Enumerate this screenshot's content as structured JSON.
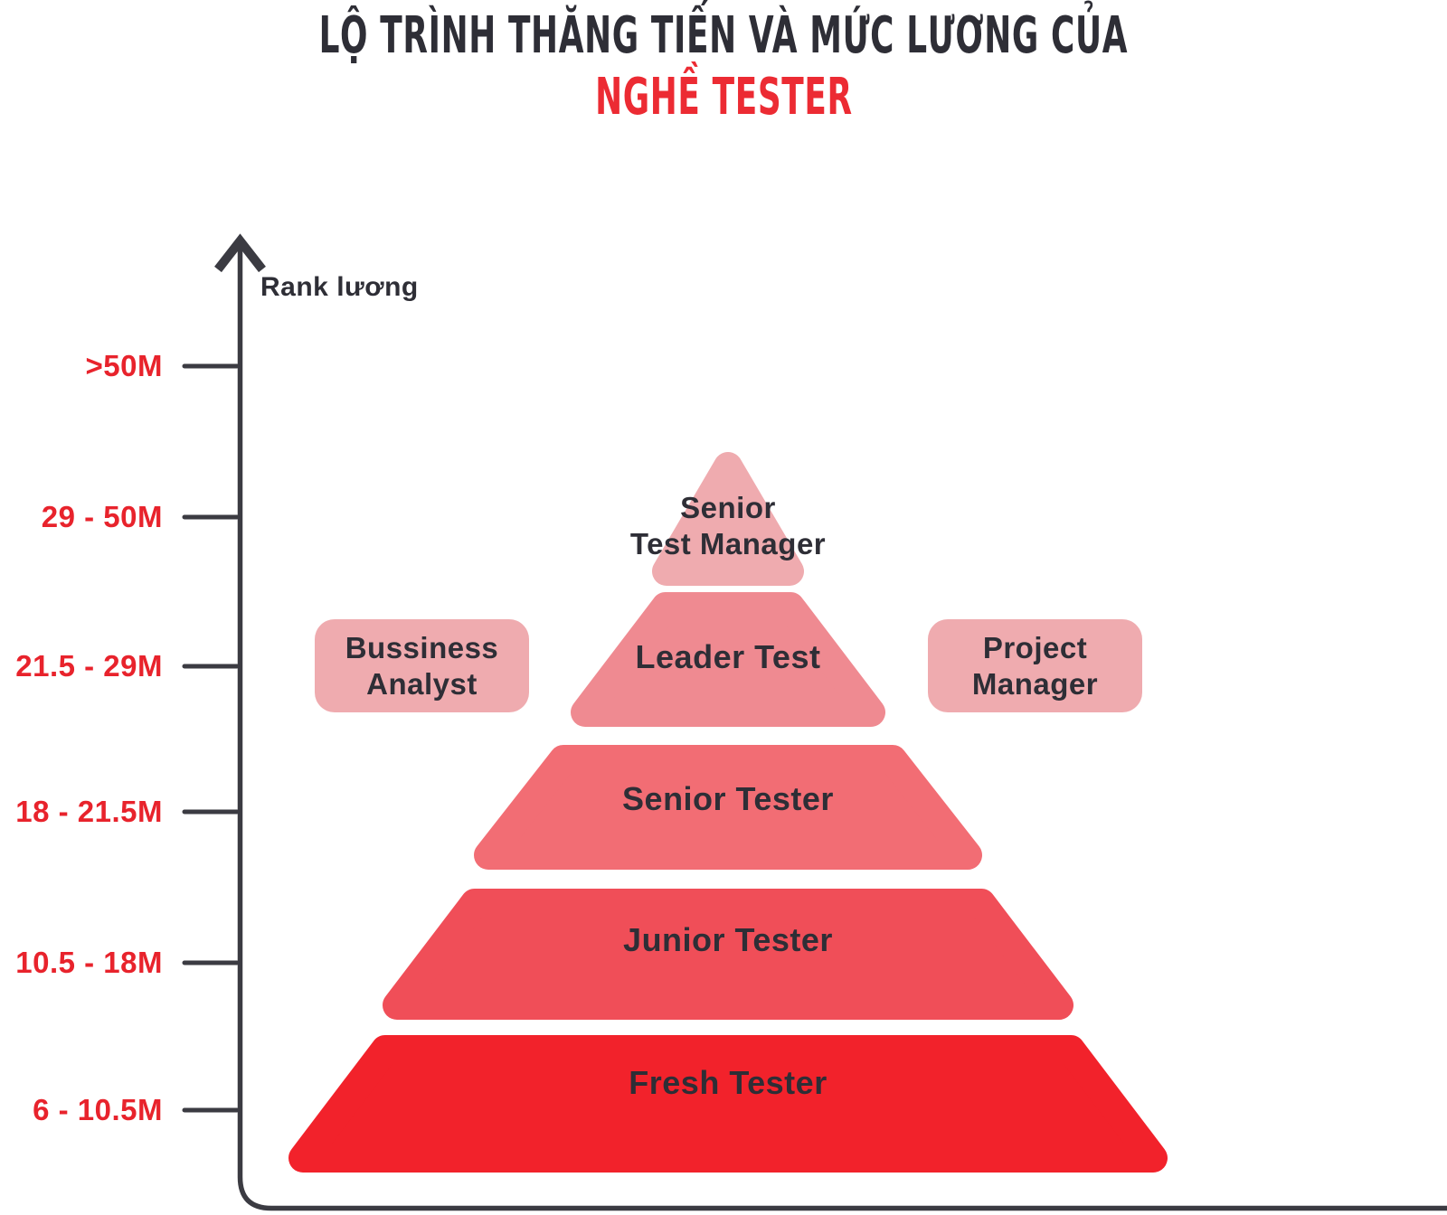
{
  "title": {
    "line1": "LỘ TRÌNH THĂNG TIẾN VÀ MỨC LƯƠNG CỦA",
    "line2": "NGHỀ TESTER",
    "line1_color": "#2e2e36",
    "line2_color": "#ec2b33"
  },
  "axis": {
    "label": "Rank lương",
    "axis_color": "#3b3b42",
    "tick_label_color": "#e8232c",
    "ticks": [
      ">50M",
      "29 - 50M",
      "21.5 - 29M",
      "18 - 21.5M",
      "10.5 - 18M",
      "6 - 10.5M"
    ]
  },
  "pyramid": {
    "label_color": "#2e2e36",
    "levels": [
      {
        "name": "Senior Test Manager",
        "line1": "Senior",
        "line2": "Test Manager",
        "color": "#efabaf",
        "salary_range": "29 - 50M"
      },
      {
        "name": "Leader Test",
        "line1": "Leader Test",
        "color": "#ef8a91",
        "salary_range": "21.5 - 29M"
      },
      {
        "name": "Senior Tester",
        "line1": "Senior Tester",
        "color": "#f26d74",
        "salary_range": "18 - 21.5M"
      },
      {
        "name": "Junior Tester",
        "line1": "Junior Tester",
        "color": "#f04e58",
        "salary_range": "10.5 - 18M"
      },
      {
        "name": "Fresh Tester",
        "line1": "Fresh Tester",
        "color": "#f2222b",
        "salary_range": "6 - 10.5M"
      }
    ]
  },
  "side_boxes": {
    "background": "#efabaf",
    "left": {
      "line1": "Bussiness",
      "line2": "Analyst"
    },
    "right": {
      "line1": "Project",
      "line2": "Manager"
    }
  }
}
